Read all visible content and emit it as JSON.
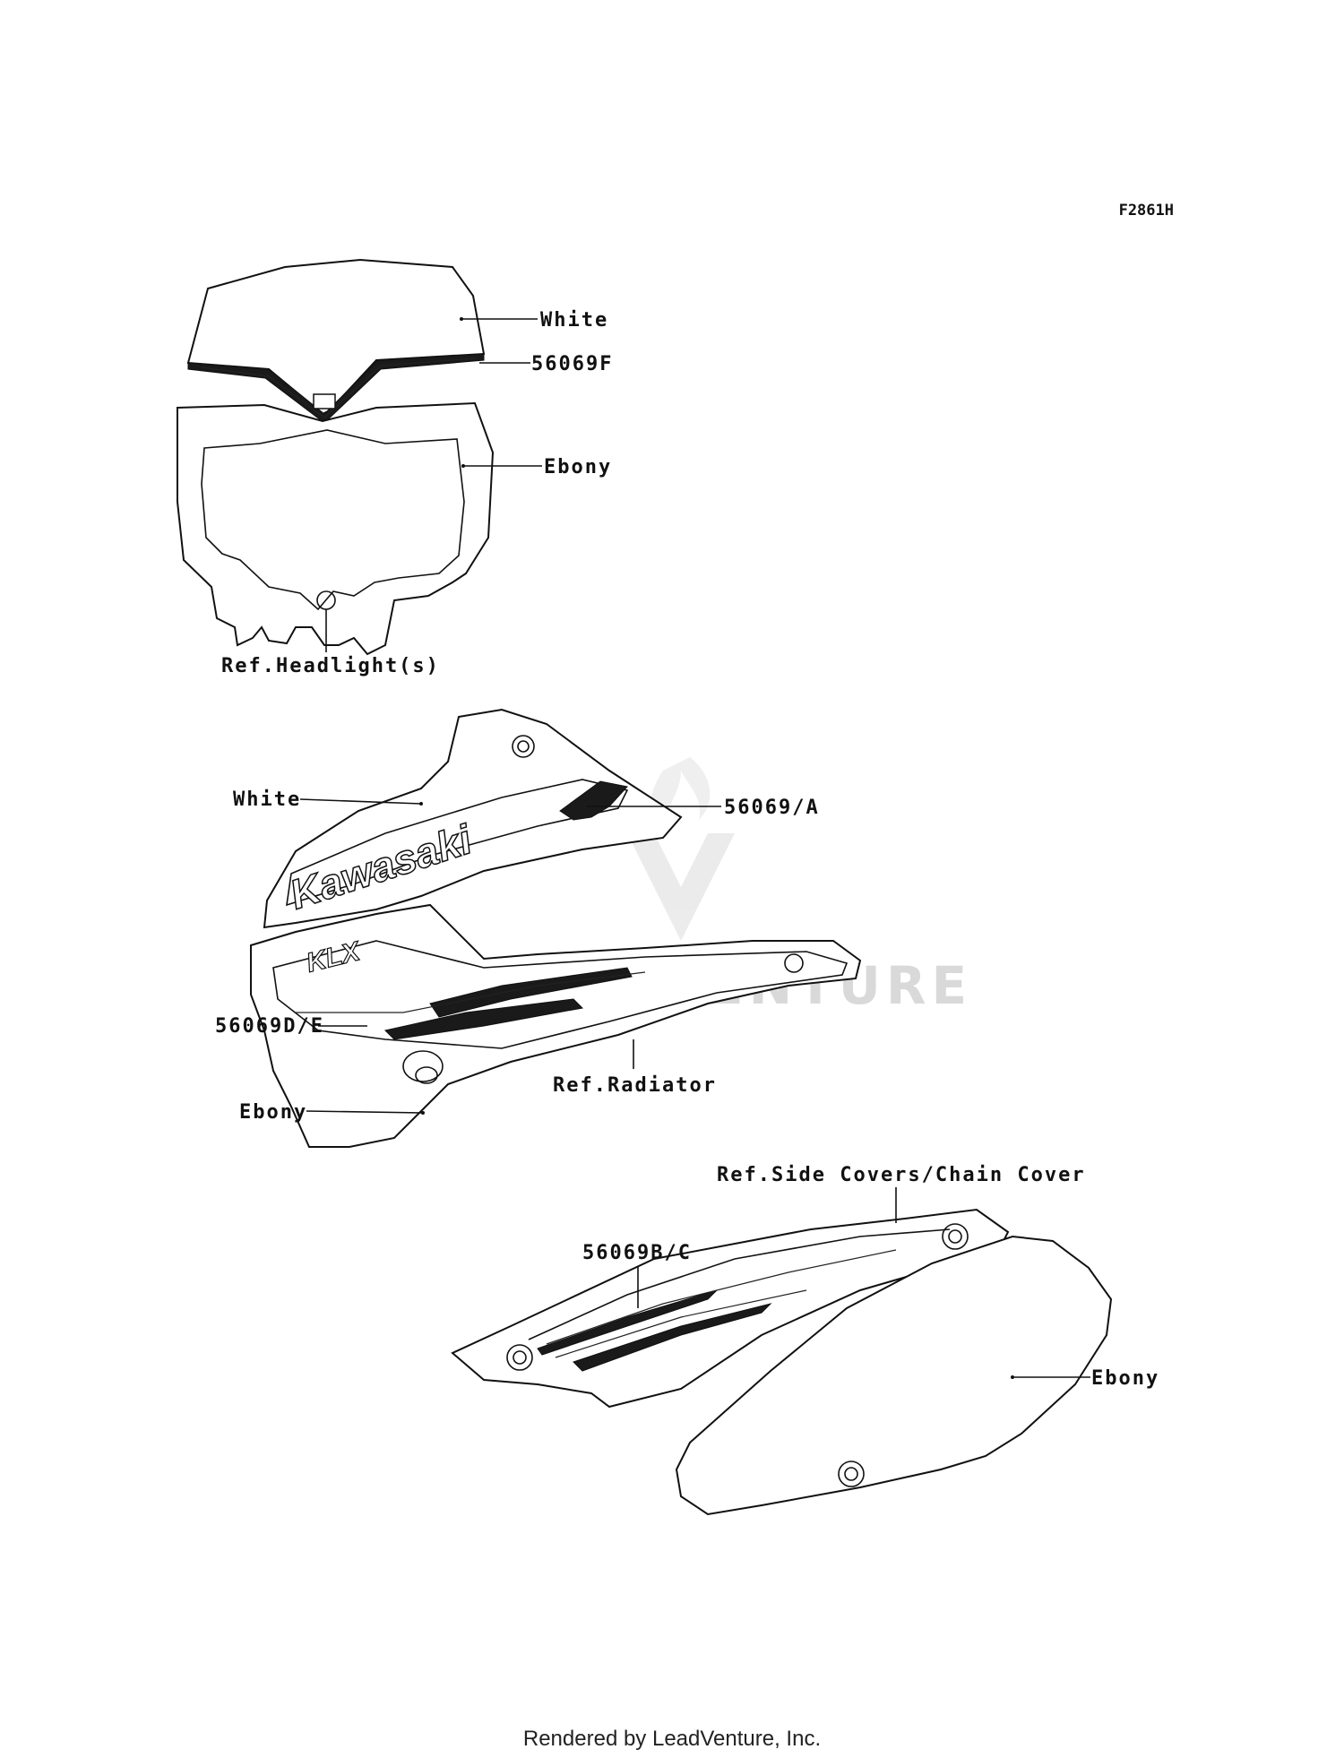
{
  "diagram_code": "F2861H",
  "labels": {
    "headlight_white": "White",
    "headlight_decal": "56069F",
    "headlight_ebony": "Ebony",
    "headlight_ref": "Ref.Headlight(s)",
    "shroud_white": "White",
    "shroud_decal_a": "56069/A",
    "shroud_decal_de": "56069D/E",
    "shroud_ref": "Ref.Radiator",
    "shroud_ebony": "Ebony",
    "side_ref": "Ref.Side Covers/Chain Cover",
    "side_decal": "56069B/C",
    "side_ebony": "Ebony"
  },
  "decal_text": {
    "brand": "Kawasaki",
    "model": "KLX"
  },
  "watermark_text": "DVENTURE",
  "footer": "Rendered by LeadVenture, Inc."
}
